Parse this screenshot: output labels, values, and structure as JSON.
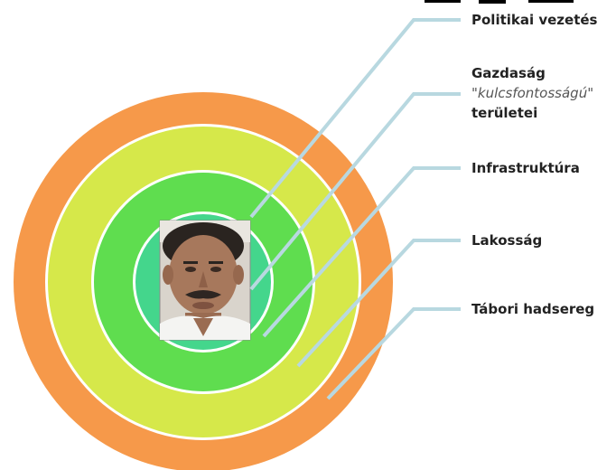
{
  "colors": {
    "outer_ring": "#f6994a",
    "ring2": "#d6e84a",
    "ring3": "#5fdd4f",
    "ring4": "#44d68c",
    "leader_line": "#b8d8e0",
    "background": "#ffffff"
  },
  "portrait": {
    "icon": "portrait-photo"
  },
  "labels": {
    "politikai": "Politikai vezetés",
    "gazdasag_line1": "Gazdaság",
    "gazdasag_line2": "\"kulcsfontosságú\"",
    "gazdasag_line3": "területei",
    "infrastruktura": "Infrastruktúra",
    "lakossag": "Lakosság",
    "tabori": "Tábori hadsereg"
  }
}
